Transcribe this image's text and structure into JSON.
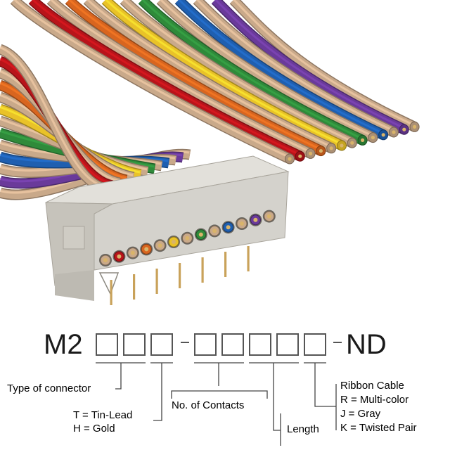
{
  "part_number": {
    "prefix": "M2",
    "suffix": "ND",
    "separator": "-"
  },
  "legend": {
    "type_of_connector": "Type of connector",
    "plating_tin": "T = Tin-Lead",
    "plating_gold": "H = Gold",
    "contacts": "No. of Contacts",
    "length": "Length",
    "cable_title": "Ribbon Cable",
    "cable_multicolor": "R = Multi-color",
    "cable_gray": "J = Gray",
    "cable_twisted": "K = Twisted Pair"
  },
  "colors": {
    "wire_sequence": [
      "#c9a98a",
      "#b8141a",
      "#c9a98a",
      "#d8651f",
      "#c9a98a",
      "#e9c228",
      "#c9a98a",
      "#2f8a3a",
      "#c9a98a",
      "#1f5fb0",
      "#c9a98a",
      "#6a3a9a",
      "#c9a98a"
    ],
    "connector_body": "#d4d2cc",
    "connector_shadow": "#b9b6ae",
    "pin": "#c9a25a",
    "line": "#555555"
  }
}
